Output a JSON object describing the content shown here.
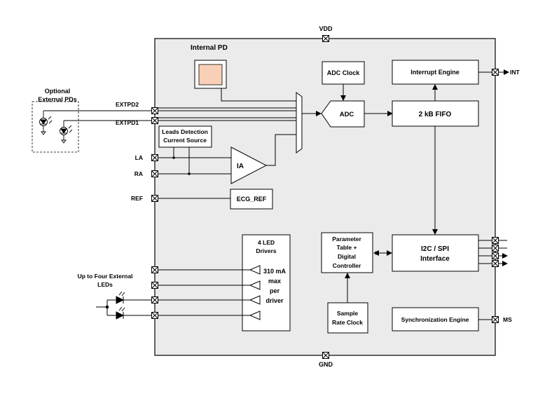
{
  "colors": {
    "chip_fill": "#ebebeb",
    "block_fill": "#ffffff",
    "line": "#000000",
    "pd_square": "#f8d0b8"
  },
  "labels": {
    "vdd": "VDD",
    "gnd": "GND",
    "int": "INT",
    "ms": "MS",
    "extpd2": "EXTPD2",
    "extpd1": "EXTPD1",
    "la": "LA",
    "ra": "RA",
    "ref": "REF",
    "internal_pd": "Internal PD",
    "optional_line1": "Optional",
    "optional_line2": "External PDs",
    "ext_leds_line1": "Up to Four External",
    "ext_leds_line2": "LEDs"
  },
  "blocks": {
    "adc_clock": "ADC Clock",
    "adc": "ADC",
    "interrupt_engine": "Interrupt Engine",
    "fifo": "2 kB FIFO",
    "leads_line1": "Leads Detection",
    "leads_line2": "Current Source",
    "ia": "IA",
    "ecg_ref": "ECG_REF",
    "led_drivers_line1": "4 LED",
    "led_drivers_line2": "Drivers",
    "led_spec_line1": "310 mA",
    "led_spec_line2": "max",
    "led_spec_line3": "per",
    "led_spec_line4": "driver",
    "param_line1": "Parameter",
    "param_line2": "Table +",
    "param_line3": "Digital",
    "param_line4": "Controller",
    "i2c_line1": "I2C / SPI",
    "i2c_line2": "Interface",
    "sample_line1": "Sample",
    "sample_line2": "Rate Clock",
    "sync_engine": "Synchronization Engine"
  }
}
